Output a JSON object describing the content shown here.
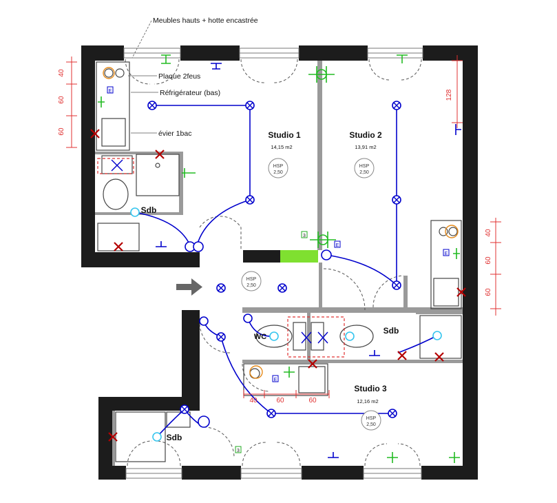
{
  "annotations": {
    "meubles": "Meubles hauts + hotte encastrée",
    "plaque": "Plaque 2feus",
    "refrigerateur": "Réfrigérateur (bas)",
    "evier": "évier 1bac"
  },
  "rooms": {
    "studio1": {
      "name": "Studio 1",
      "area": "14,15 m2"
    },
    "studio2": {
      "name": "Studio 2",
      "area": "13,91 m2"
    },
    "studio3": {
      "name": "Studio 3",
      "area": "12,16 m2"
    },
    "sdb_a": "Sdb",
    "sdb_b": "Sdb",
    "sdb_c": "Sdb",
    "wc": "WC"
  },
  "hsp": {
    "label": "HSP",
    "value": "2,50"
  },
  "dimensions": {
    "left": [
      "40",
      "60",
      "60"
    ],
    "right": [
      "40",
      "60",
      "60"
    ],
    "top_right": "128",
    "bottom": [
      "40",
      "60",
      "60"
    ]
  },
  "badges": {
    "e": "E",
    "three": "3"
  },
  "colors": {
    "wall": "#1c1c1c",
    "electrical": "#0000cc",
    "ventilation": "#35c5ee",
    "removal": "#b40000",
    "plumbing": "#22bb22",
    "dimension": "#e03030",
    "new_wall": "#7fe030",
    "arrow": "#666666"
  }
}
